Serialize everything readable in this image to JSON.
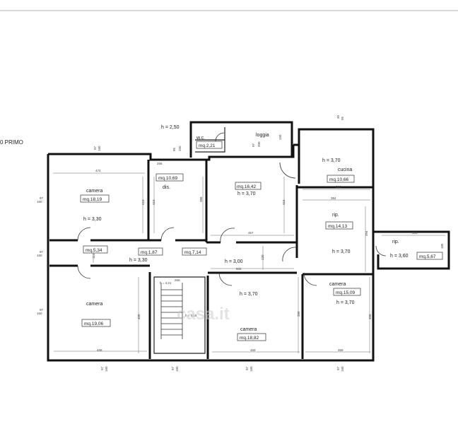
{
  "floor_title": "0 PRIMO",
  "watermark": "casa.it",
  "heights": {
    "loggia_h": "h = 2,50",
    "camera_nw_h": "h = 3,30",
    "corridor_h": "h = 3,30",
    "corridor_mid_h": "h = 3,00",
    "room_center_h": "h = 3,70",
    "cucina_h": "h = 3,70",
    "rip_h": "h = 3,70",
    "rip_small_h": "h = 3,60",
    "camera_se_h": "h = 3,70",
    "camera_s_h": "h = 3,70"
  },
  "rooms": {
    "camera_nw": {
      "name": "camera",
      "area": "mq.18,19"
    },
    "dis": {
      "name": "dis.",
      "area": "mq.10,69"
    },
    "room_center": {
      "area": "mq.16,42"
    },
    "wc": {
      "name": "w.c.",
      "area": "mq.2,21"
    },
    "loggia": {
      "name": "loggia"
    },
    "cucina": {
      "name": "cucina",
      "area": "mq.10,66"
    },
    "rip": {
      "name": "rip.",
      "area": "mq.14,13"
    },
    "rip_small": {
      "name": "rip.",
      "area": "mq.5,67"
    },
    "corridor_w": {
      "area": "mq.5,34"
    },
    "corridor_a": {
      "area": "mq.1,87"
    },
    "corridor_b": {
      "area": "mq.7,14"
    },
    "camera_sw": {
      "name": "camera",
      "area": "mq.19,06"
    },
    "camera_s": {
      "name": "camera",
      "area": "mq.18,82"
    },
    "camera_se": {
      "name": "camera",
      "area": "mq.15,09"
    },
    "stairs": {
      "h1": "h = 4,21",
      "h2": "h = 4,18"
    }
  },
  "dimensions": {
    "d472": "472",
    "d266": "266",
    "d410": "410",
    "d415": "415",
    "d457": "457",
    "d384": "384",
    "d382": "382",
    "d394": "394",
    "d300": "300",
    "d185": "185",
    "d602": "602",
    "d400": "400",
    "d458": "458",
    "d469": "469",
    "d369": "369",
    "d114": "114",
    "d120": "120",
    "d97": "97",
    "d160": "160",
    "d200": "200",
    "d95": "95",
    "d150": "150",
    "d30": "30",
    "d388": "388"
  }
}
